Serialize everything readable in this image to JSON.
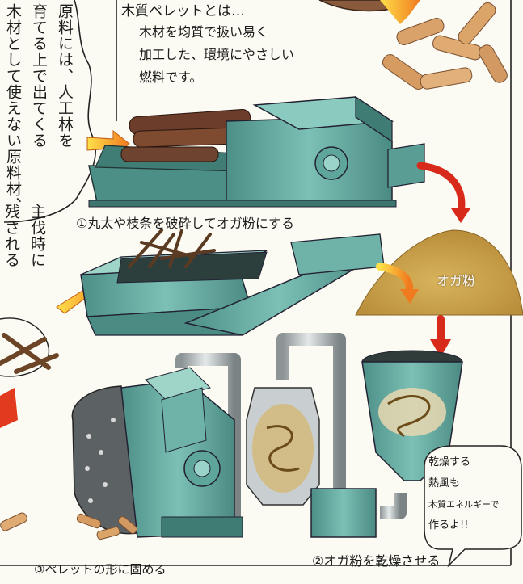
{
  "intro": {
    "title": "木質ペレットとは…",
    "lines": [
      "木材を均質で扱い易く",
      "加工した、環境にやさしい",
      "燃料です。"
    ]
  },
  "left_bubble": {
    "columns": [
      "原料には、人工林を",
      "育てる上で出てくる",
      "木材として使えない原料材、"
    ]
  },
  "left_edge_bubble": {
    "columns": [
      "主伐時に",
      "残される"
    ]
  },
  "steps": [
    {
      "label": "①丸太や枝条を破砕してオガ粉にする"
    },
    {
      "label": "②オガ粉を乾燥させる"
    },
    {
      "label": "③ペレットの形に固める"
    }
  ],
  "sawdust_label": "オガ粉",
  "dry_note": {
    "lines": [
      "乾燥する",
      "熱風も",
      "木質エネルギーで",
      "作るよ!!"
    ]
  },
  "colors": {
    "machine": "#6aa9a0",
    "arrow_orange": "#f07a1e",
    "arrow_red": "#d82a1a",
    "sawdust": "#c9a04a"
  }
}
